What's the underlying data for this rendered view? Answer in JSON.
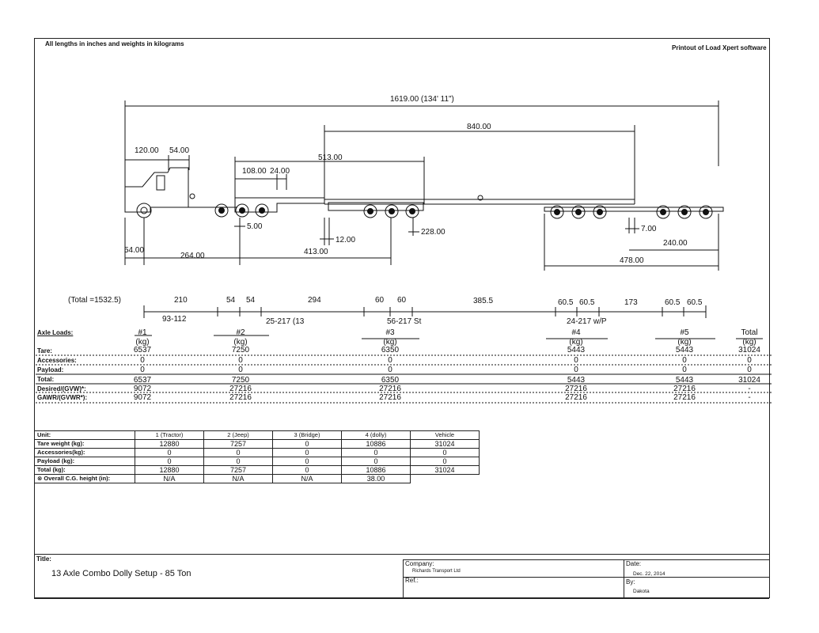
{
  "header": {
    "units_note": "All lengths in inches and weights in kilograms",
    "software_note": "Printout of Load Xpert software"
  },
  "diagram": {
    "overall": "1619.00 (134' 11\")",
    "d840": "840.00",
    "d120": "120.00",
    "d54a": "54.00",
    "d513": "513.00",
    "d108": "108.00",
    "d24": "24.00",
    "d5": "5.00",
    "d12": "12.00",
    "d228": "228.00",
    "d7": "7.00",
    "d240": "240.00",
    "d54b": "54.00",
    "d264": "264.00",
    "d413": "413.00",
    "d478": "478.00"
  },
  "spacing": {
    "total": "(Total =1532.5)",
    "top": [
      "210",
      "54",
      "54",
      "294",
      "60",
      "60",
      "385.5",
      "60.5",
      "60.5",
      "173",
      "60.5",
      "60.5"
    ],
    "group_labels": [
      "93-112",
      "25-217 (13",
      "56-217  St",
      "24-217 w/P"
    ]
  },
  "axle_table": {
    "row_labels": [
      "Axle Loads:",
      "Tare:",
      "Accessories:",
      "Payload:",
      "Total:",
      "Desired/(GVW)*:",
      "GAWR/(GVWR*):"
    ],
    "columns": [
      {
        "name": "#1",
        "unit": "(kg)",
        "tare": "6537",
        "acc": "0",
        "pay": "0",
        "total": "6537",
        "desired": "9072",
        "gawr": "9072"
      },
      {
        "name": "#2",
        "unit": "(kg)",
        "tare": "7250",
        "acc": "0",
        "pay": "0",
        "total": "7250",
        "desired": "27216",
        "gawr": "27216"
      },
      {
        "name": "#3",
        "unit": "(kg)",
        "tare": "6350",
        "acc": "0",
        "pay": "0",
        "total": "6350",
        "desired": "27216",
        "gawr": "27216"
      },
      {
        "name": "#4",
        "unit": "(kg)",
        "tare": "5443",
        "acc": "0",
        "pay": "0",
        "total": "5443",
        "desired": "27216",
        "gawr": "27216"
      },
      {
        "name": "#5",
        "unit": "(kg)",
        "tare": "5443",
        "acc": "0",
        "pay": "0",
        "total": "5443",
        "desired": "27216",
        "gawr": "27216"
      },
      {
        "name": "Total",
        "unit": "(kg)",
        "tare": "31024",
        "acc": "0",
        "pay": "0",
        "total": "31024",
        "desired": "-",
        "gawr": "-"
      }
    ]
  },
  "unit_table": {
    "headers": [
      "Unit:",
      "1 (Tractor)",
      "2 (Jeep)",
      "3 (Bridge)",
      "4 (dolly)",
      "Vehicle"
    ],
    "rows": [
      [
        "Tare weight (kg):",
        "12880",
        "7257",
        "0",
        "10886",
        "31024"
      ],
      [
        "Accessories(kg):",
        "0",
        "0",
        "0",
        "0",
        "0"
      ],
      [
        "Payload (kg):",
        "0",
        "0",
        "0",
        "0",
        "0"
      ],
      [
        "Total (kg):",
        "12880",
        "7257",
        "0",
        "10886",
        "31024"
      ],
      [
        "Overall C.G. height (in):",
        "N/A",
        "N/A",
        "N/A",
        "38.00"
      ]
    ]
  },
  "title_block": {
    "title_label": "Title:",
    "title": "13 Axle Combo Dolly Setup - 85 Ton",
    "company_label": "Company:",
    "company": "Richards Transport Ltd",
    "ref_label": "Ref.:",
    "date_label": "Date:",
    "date": "Dec. 22, 2014",
    "by_label": "By:",
    "by": "Dakota"
  }
}
